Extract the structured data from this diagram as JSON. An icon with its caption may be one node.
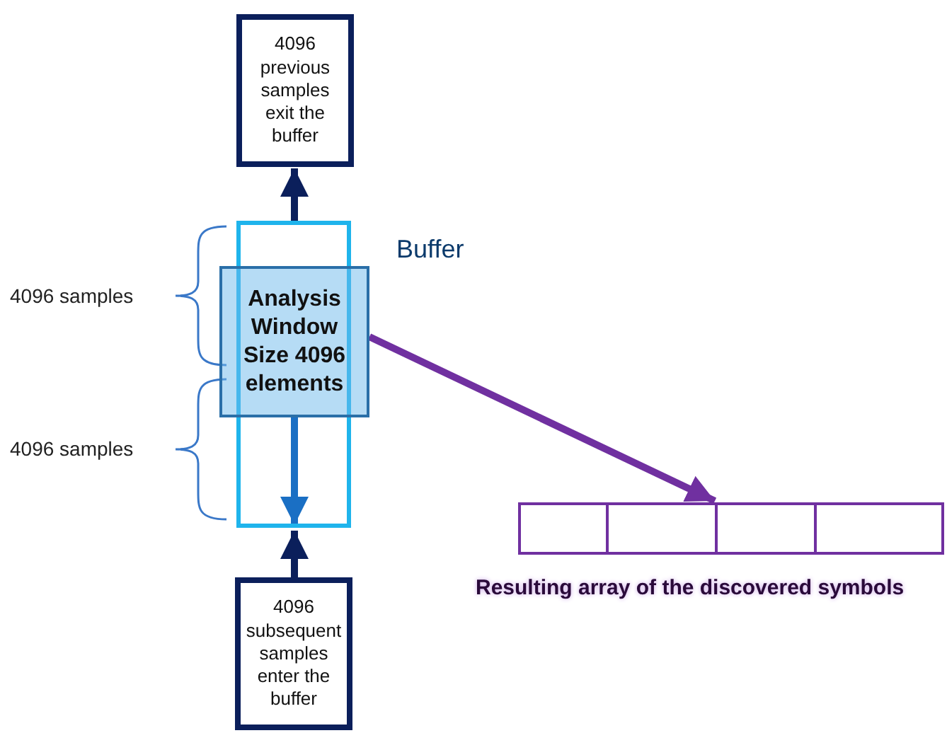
{
  "diagram": {
    "nodes": [
      {
        "text": [
          "4096 previous samples exit the buffer"
        ]
      },
      {
        "text": [
          "Buffer"
        ]
      },
      {
        "text": [
          "Analysis Window Size 4096 elements"
        ]
      },
      {
        "text": [
          "Resulting array of the discovered symbols"
        ]
      },
      {
        "text": [
          "4096 subsequent samples enter the buffer"
        ]
      }
    ],
    "edges": [
      {
        "from": 1,
        "to": 0,
        "arrow": "to"
      },
      {
        "from": 2,
        "to": 1,
        "arrow": "to",
        "color": "#1a6fc4"
      },
      {
        "from": 2,
        "to": 3,
        "arrow": "to",
        "color": "#7030a0"
      },
      {
        "from": 4,
        "to": 1,
        "arrow": "to"
      }
    ],
    "labels": [
      "4096 samples",
      "4096 samples"
    ]
  }
}
